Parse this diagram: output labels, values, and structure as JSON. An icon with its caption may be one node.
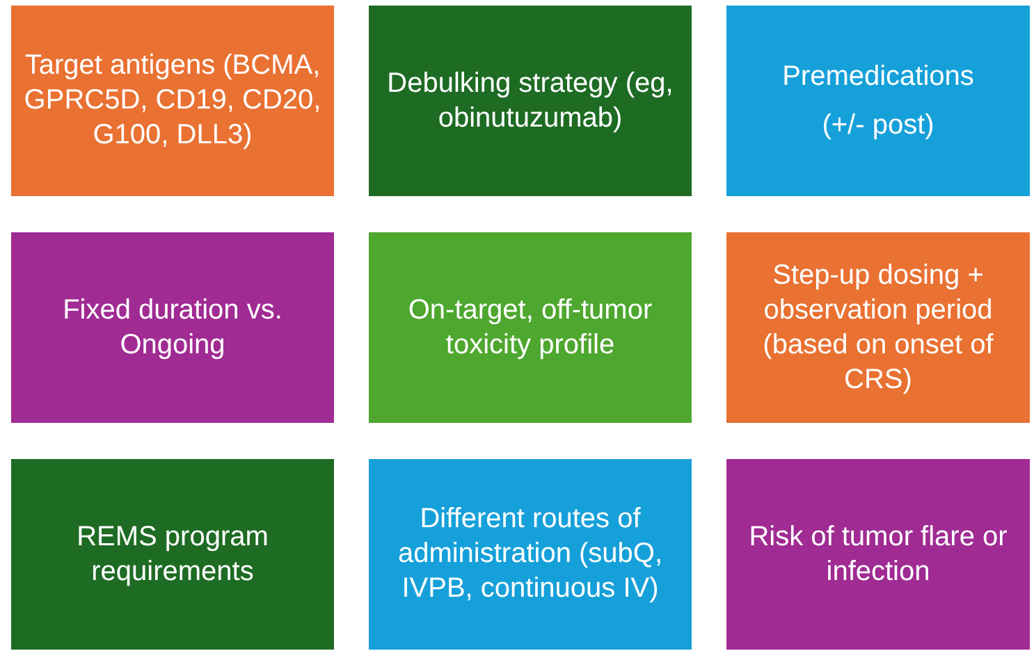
{
  "diagram": {
    "nodes": [
      {
        "text": [
          "Target antigens (BCMA, GPRC5D, CD19, CD20, G100, DLL3)"
        ]
      },
      {
        "text": [
          "Debulking strategy (eg, obinutuzumab)"
        ]
      },
      {
        "text": [
          "Premedications",
          "(+/- post)"
        ]
      },
      {
        "text": [
          "Fixed duration vs. Ongoing"
        ]
      },
      {
        "text": [
          "On-target, off-tumor toxicity profile"
        ]
      },
      {
        "text": [
          "Step-up dosing + observation period (based on onset of CRS)"
        ]
      },
      {
        "text": [
          "REMS program requirements"
        ]
      },
      {
        "text": [
          "Different routes of administration (subQ, IVPB, continuous IV)"
        ]
      },
      {
        "text": [
          "Risk of tumor flare or infection"
        ]
      }
    ]
  }
}
